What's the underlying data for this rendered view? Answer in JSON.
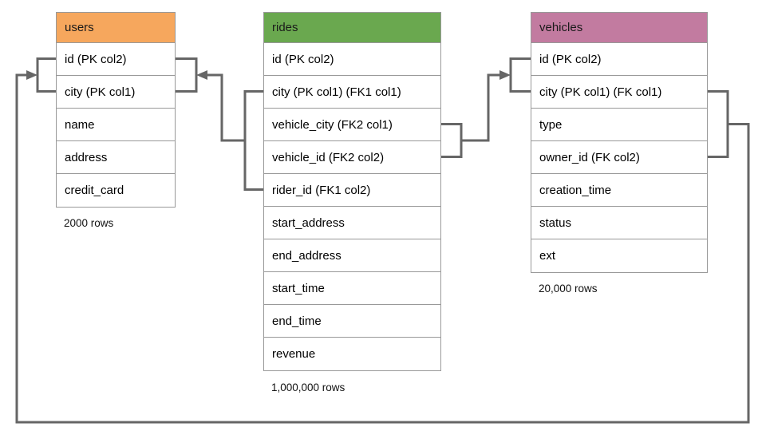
{
  "diagram": {
    "colors": {
      "line": "#666666",
      "border": "#999999",
      "text": "#000000",
      "bg": "#ffffff"
    },
    "tables": [
      {
        "name": "users",
        "header_color": "#F6A75D",
        "columns": [
          "id (PK col2)",
          "city (PK col1)",
          "name",
          "address",
          "credit_card"
        ],
        "row_count": "2000 rows"
      },
      {
        "name": "rides",
        "header_color": "#6AA84F",
        "columns": [
          "id (PK col2)",
          "city (PK col1) (FK1 col1)",
          "vehicle_city (FK2 col1)",
          "vehicle_id (FK2 col2)",
          "rider_id (FK1 col2)",
          "start_address",
          "end_address",
          "start_time",
          "end_time",
          "revenue"
        ],
        "row_count": "1,000,000 rows"
      },
      {
        "name": "vehicles",
        "header_color": "#C27BA0",
        "columns": [
          "id (PK col2)",
          "city (PK col1) (FK col1)",
          "type",
          "owner_id (FK col2)",
          "creation_time",
          "status",
          "ext"
        ],
        "row_count": "20,000 rows"
      }
    ],
    "relationships": [
      {
        "name": "rides-to-users",
        "from": "rides (city FK1 col1, rider_id FK1 col2)",
        "to": "users (id PK col2, city PK col1)"
      },
      {
        "name": "rides-to-vehicles",
        "from": "rides (vehicle_city FK2 col1, vehicle_id FK2 col2)",
        "to": "vehicles (id PK col2, city PK col1)"
      },
      {
        "name": "vehicles-to-users",
        "from": "vehicles (city FK col1, owner_id FK col2)",
        "to": "users (id PK col2, city PK col1)"
      }
    ]
  }
}
